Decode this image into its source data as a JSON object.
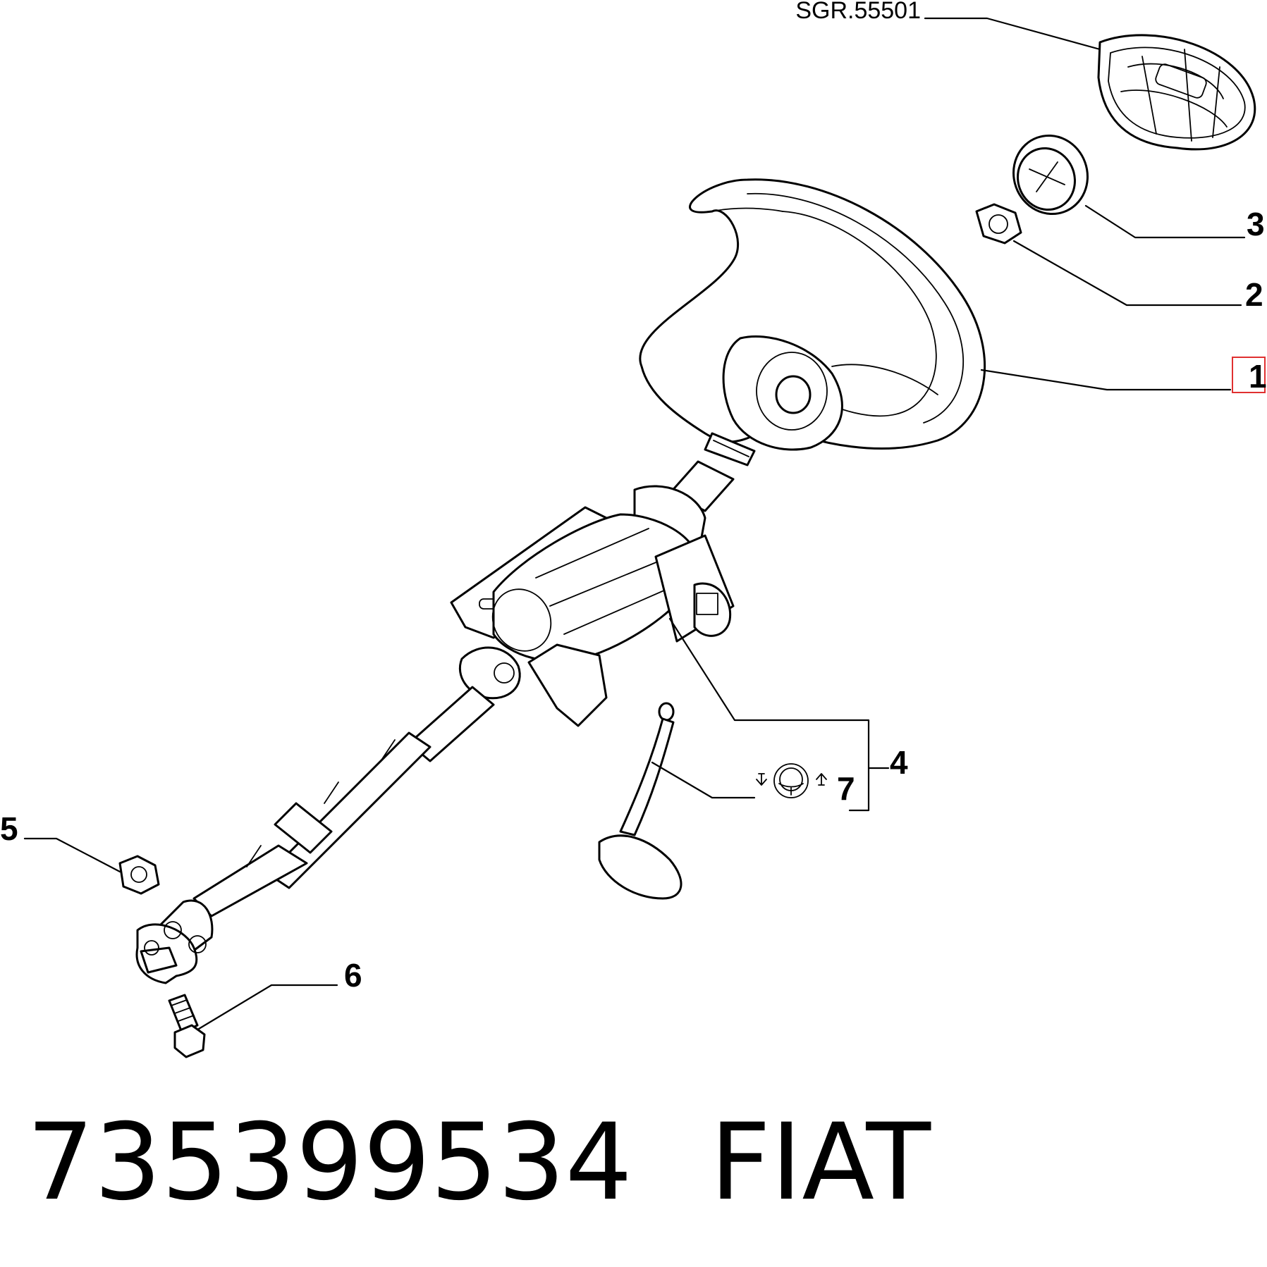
{
  "reference_code": "SGR.55501",
  "callouts": [
    {
      "id": "1",
      "part": "steering-wheel",
      "highlighted": true
    },
    {
      "id": "2",
      "part": "nut"
    },
    {
      "id": "3",
      "part": "cover-cap"
    },
    {
      "id": "4",
      "part": "steering-column"
    },
    {
      "id": "5",
      "part": "nut"
    },
    {
      "id": "6",
      "part": "bolt"
    },
    {
      "id": "7",
      "part": "adjustment-lever"
    }
  ],
  "highlight_color": "#e03030",
  "icons": [
    "arrow-down-icon",
    "steering-wheel-icon",
    "arrow-up-icon"
  ],
  "caption": {
    "part_number": "735399534",
    "brand": "FIAT"
  }
}
